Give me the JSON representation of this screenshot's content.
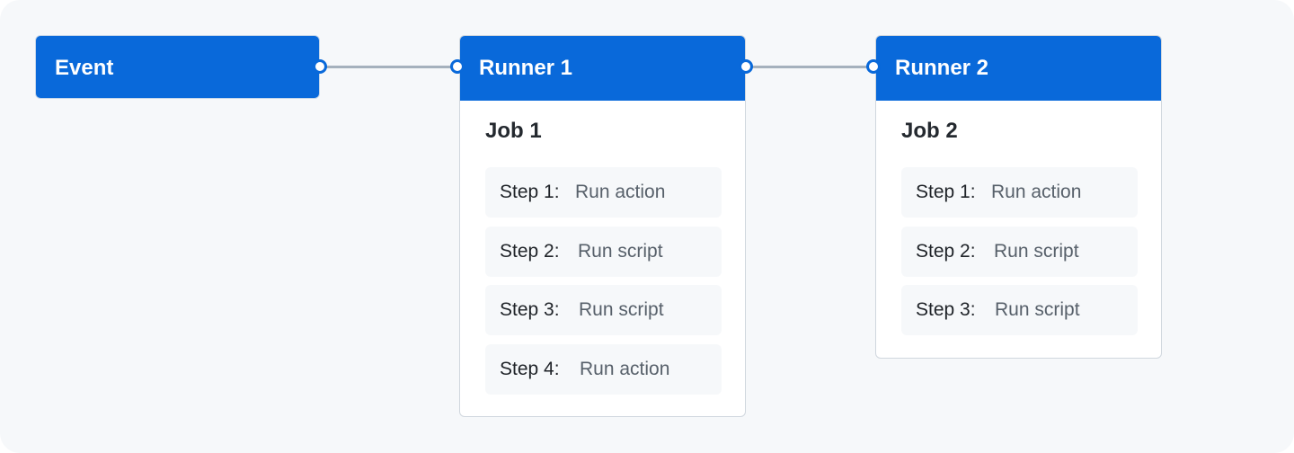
{
  "event": {
    "title": "Event"
  },
  "runners": [
    {
      "title": "Runner 1",
      "job": "Job 1",
      "steps": [
        {
          "label": "Step 1:",
          "action": "Run action"
        },
        {
          "label": "Step 2:",
          "action": "Run script"
        },
        {
          "label": "Step 3:",
          "action": "Run script"
        },
        {
          "label": "Step 4:",
          "action": "Run action"
        }
      ]
    },
    {
      "title": "Runner 2",
      "job": "Job 2",
      "steps": [
        {
          "label": "Step 1:",
          "action": "Run action"
        },
        {
          "label": "Step 2:",
          "action": "Run script"
        },
        {
          "label": "Step 3:",
          "action": "Run script"
        }
      ]
    }
  ],
  "colors": {
    "accent": "#0969da",
    "background": "#f6f8fa",
    "connector": "#a5b1bd"
  }
}
